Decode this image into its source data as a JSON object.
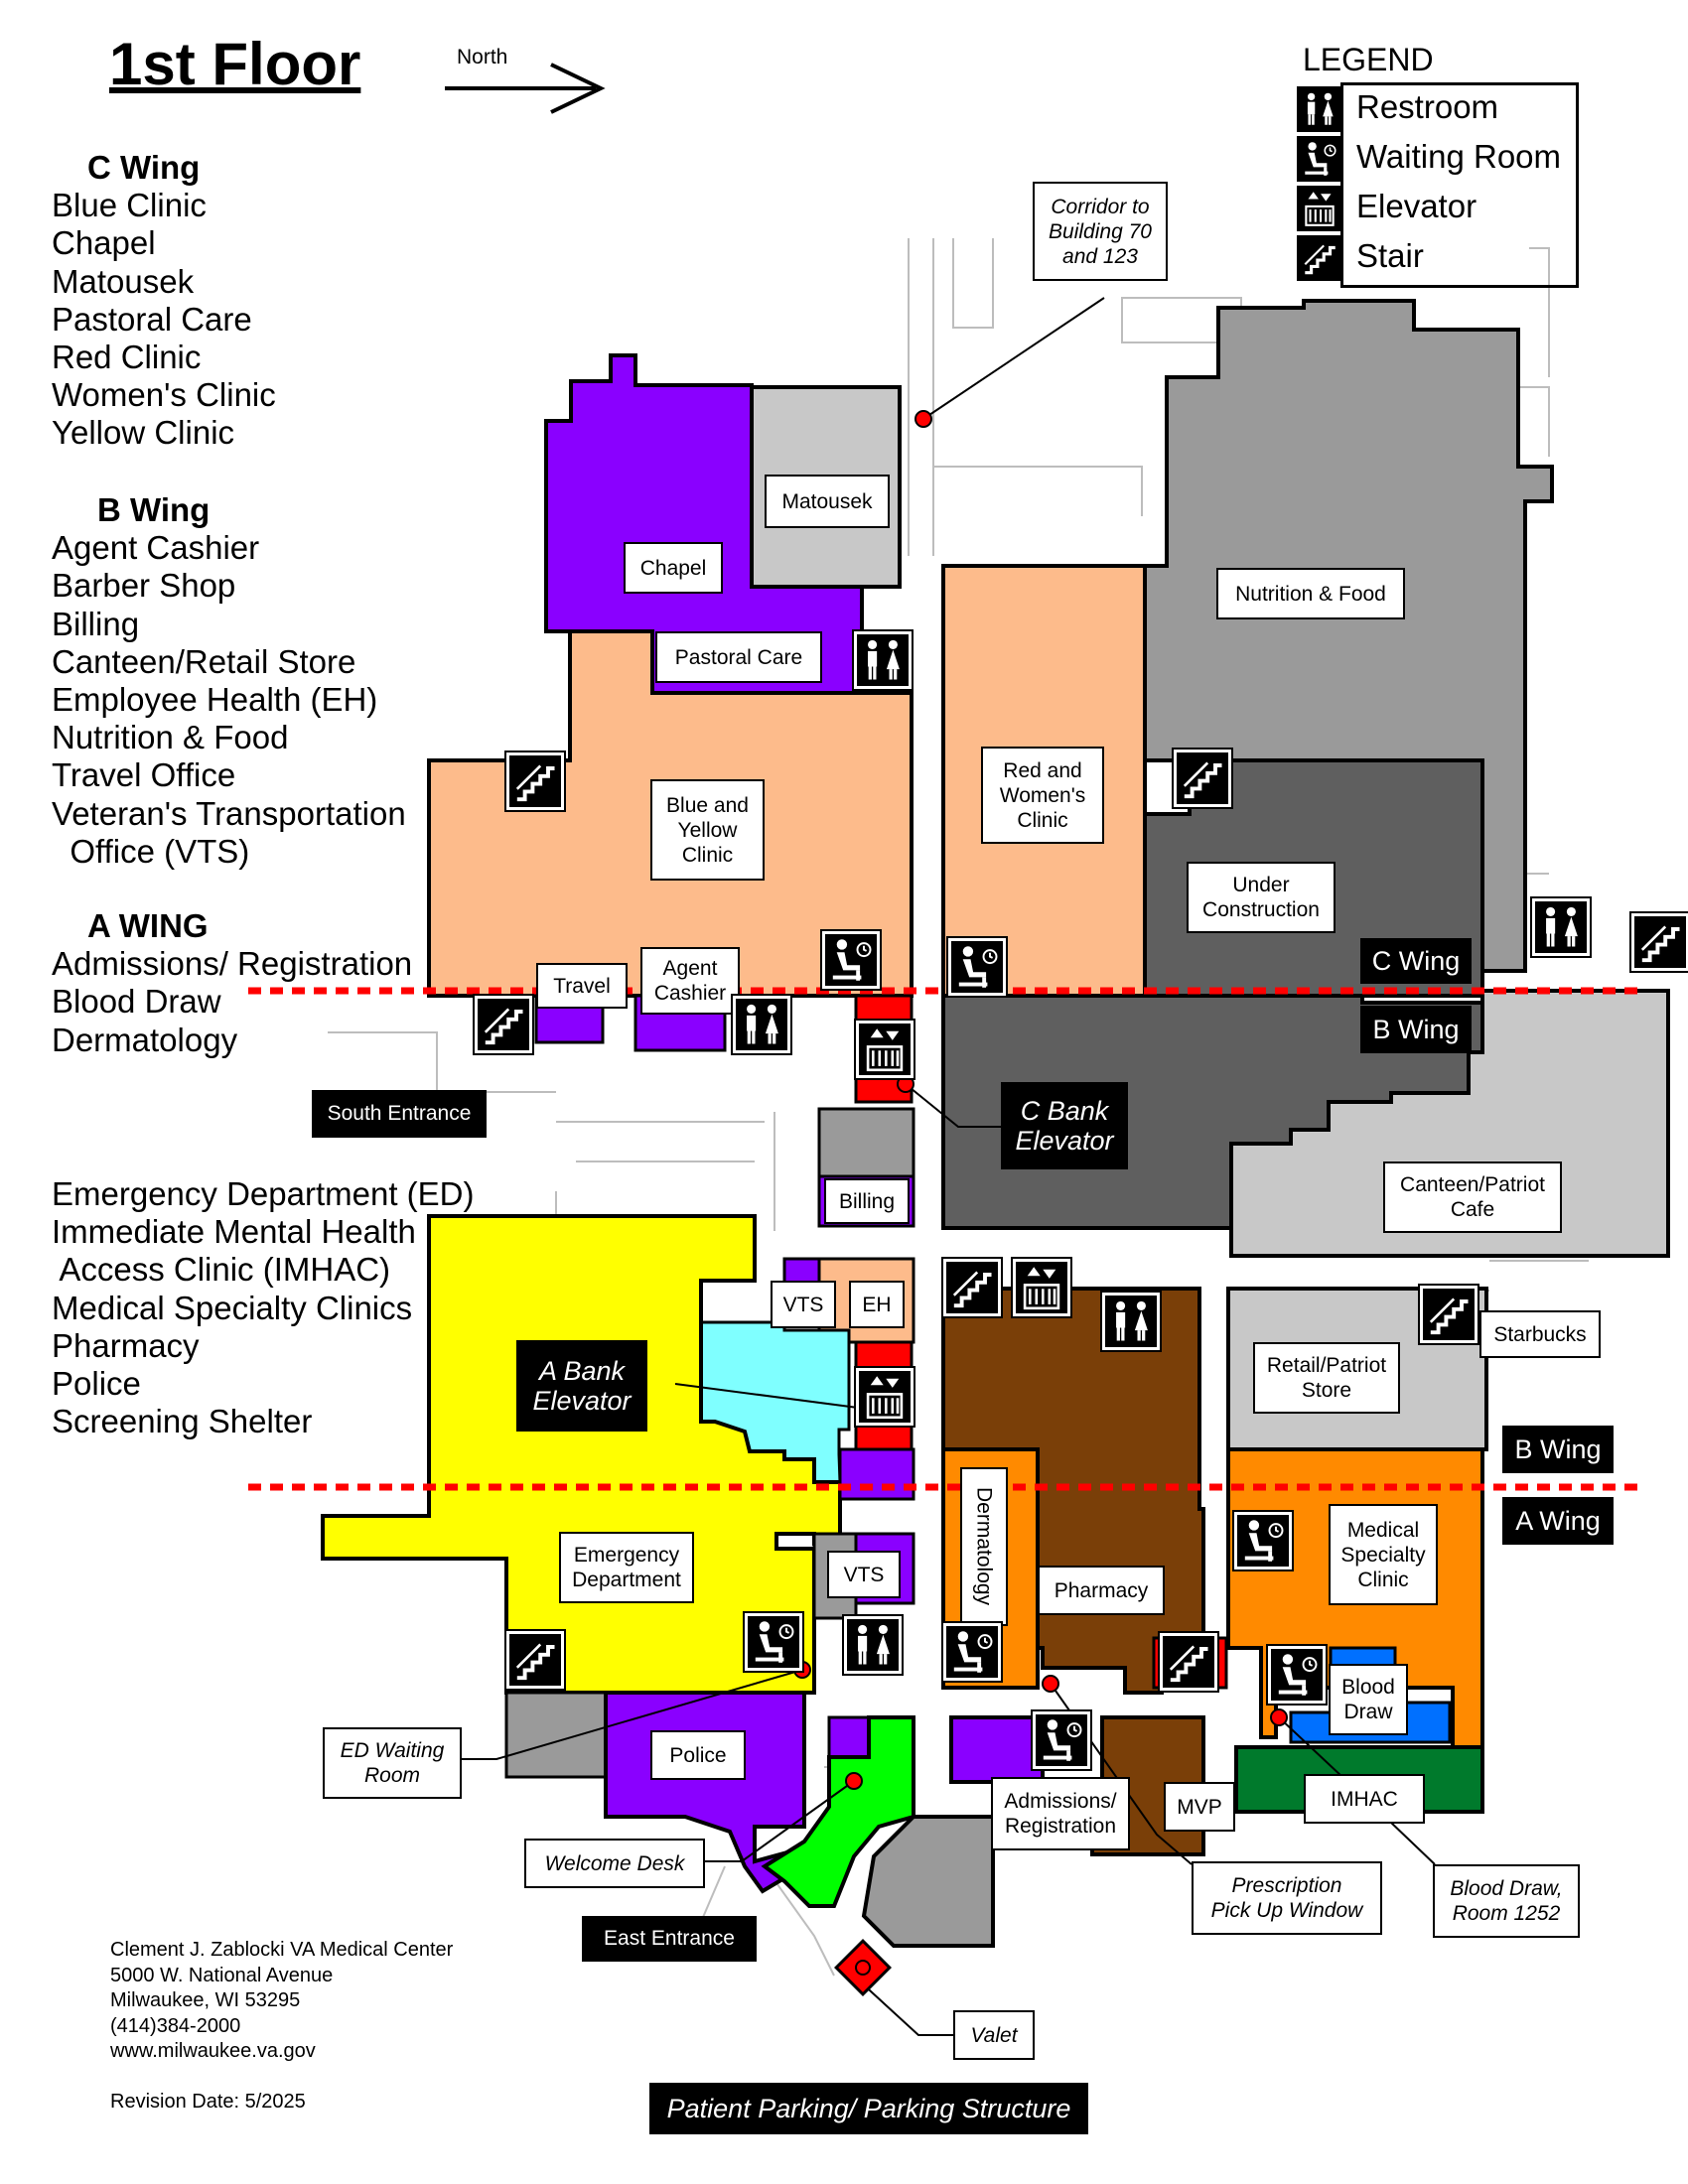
{
  "title": "1st Floor",
  "north_label": "North",
  "legend": {
    "title": "LEGEND",
    "items": [
      {
        "icon": "restroom-icon",
        "label": "Restroom"
      },
      {
        "icon": "waiting-room-icon",
        "label": "Waiting Room"
      },
      {
        "icon": "elevator-icon",
        "label": "Elevator"
      },
      {
        "icon": "stair-icon",
        "label": "Stair"
      }
    ]
  },
  "directory": {
    "c_wing": {
      "heading": "C Wing",
      "items": [
        "Blue Clinic",
        "Chapel",
        "Matousek",
        "Pastoral Care",
        "Red Clinic",
        "Women's Clinic",
        "Yellow Clinic"
      ]
    },
    "b_wing": {
      "heading": "B Wing",
      "items": [
        "Agent Cashier",
        "Barber Shop",
        "Billing",
        "Canteen/Retail Store",
        "Employee Health (EH)",
        "Nutrition & Food",
        "Travel Office",
        "Veteran's Transportation",
        "  Office (VTS)"
      ]
    },
    "a_wing": {
      "heading": "A WING",
      "items": [
        "Admissions/ Registration",
        "Blood Draw",
        "Dermatology"
      ]
    },
    "a_wing_cont": {
      "items": [
        "Emergency Department (ED)",
        "Immediate Mental Health",
        " Access Clinic (IMHAC)",
        "Medical Specialty Clinics",
        "Pharmacy",
        "Police",
        "Screening Shelter"
      ]
    }
  },
  "room_labels": {
    "matousek": "Matousek",
    "chapel": "Chapel",
    "pastoral_care": "Pastoral Care",
    "nutrition_food": "Nutrition & Food",
    "blue_yellow": "Blue and\nYellow\nClinic",
    "red_womens": "Red and\nWomen's\nClinic",
    "under_construction": "Under\nConstruction",
    "travel": "Travel",
    "agent_cashier": "Agent\nCashier",
    "canteen": "Canteen/Patriot\nCafe",
    "billing": "Billing",
    "vts_upper": "VTS",
    "eh": "EH",
    "starbucks": "Starbucks",
    "retail_store": "Retail/Patriot\nStore",
    "emergency_department": "Emergency\nDepartment",
    "vts_lower": "VTS",
    "dermatology": "Dermatology",
    "pharmacy": "Pharmacy",
    "medical_specialty": "Medical\nSpecialty\nClinic",
    "blood_draw": "Blood\nDraw",
    "police": "Police",
    "admissions": "Admissions/\nRegistration",
    "mvp": "MVP",
    "imhac": "IMHAC"
  },
  "callouts": {
    "corridor": "Corridor to\nBuilding 70\nand 123",
    "ed_waiting": "ED Waiting\nRoom",
    "welcome_desk": "Welcome Desk",
    "prescription": "Prescription\nPick Up Window",
    "blood_draw_room": "Blood Draw,\nRoom 1252",
    "valet": "Valet"
  },
  "dark_labels": {
    "c_wing": "C Wing",
    "b_wing_upper": "B Wing",
    "c_bank_elevator": "C Bank\nElevator",
    "a_bank_elevator": "A Bank\nElevator",
    "south_entrance": "South Entrance",
    "b_wing_lower": "B Wing",
    "a_wing": "A Wing",
    "east_entrance": "East Entrance",
    "patient_parking": "Patient Parking/ Parking Structure"
  },
  "address": {
    "name": "Clement J. Zablocki VA Medical Center",
    "street": "5000 W. National Avenue",
    "city": "Milwaukee, WI 53295",
    "phone": "(414)384-2000",
    "web": "www.milwaukee.va.gov"
  },
  "revision": "Revision Date: 5/2025",
  "colors": {
    "purple": "#8a00ff",
    "peach": "#fdbb8b",
    "gray_light": "#c8c8c8",
    "gray_mid": "#9a9a9a",
    "gray_dark": "#5f5f5f",
    "yellow": "#ffff00",
    "cyan": "#7fffff",
    "brown": "#7a3f08",
    "orange": "#ff8a00",
    "green": "#00ff00",
    "blue": "#0070ff",
    "dark_green": "#007a2c",
    "red": "#ff0000",
    "wing_divider": "#ff0000"
  }
}
